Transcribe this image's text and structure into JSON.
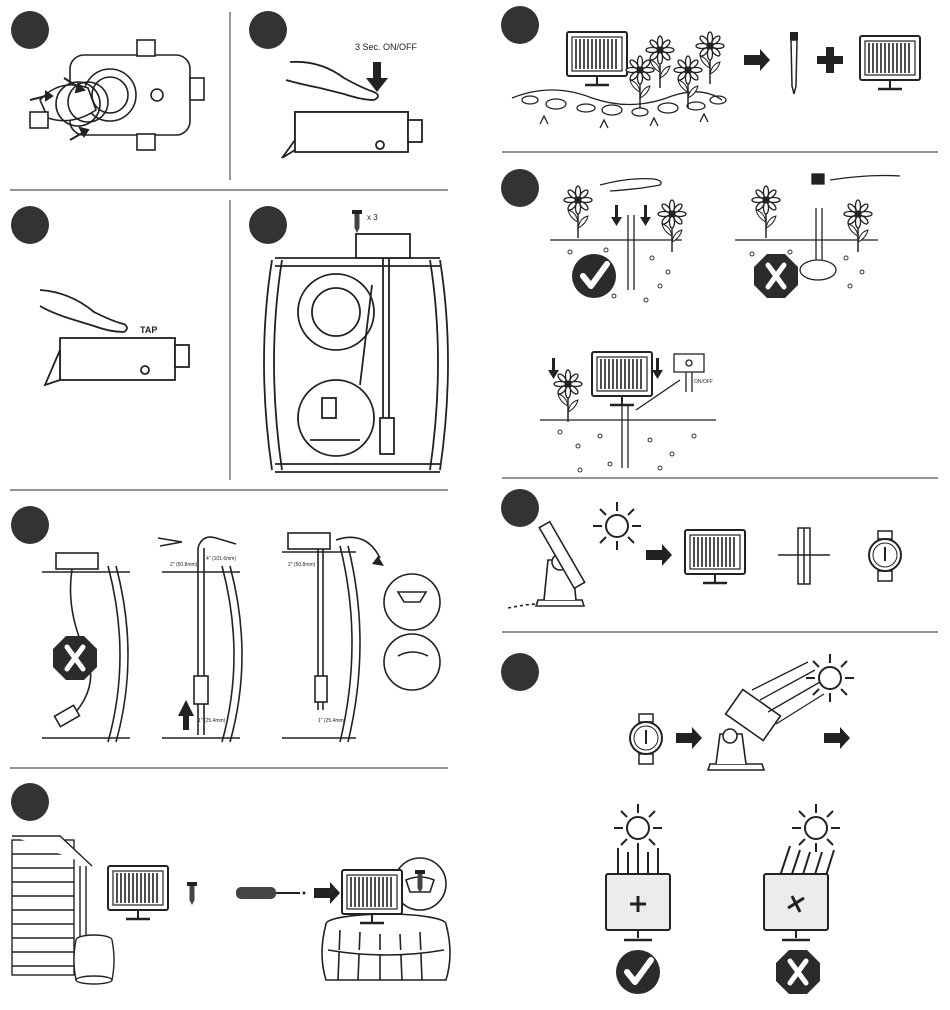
{
  "labels": {
    "on_off": "3 Sec. ON/OFF",
    "tap": "TAP",
    "screws_x3": "x 3",
    "measure_cut_top": "2\" (50.8mm)",
    "measure_cut_side": "4\" (101.6mm)",
    "measure_cut_bottom": "1\" (25.4mm)",
    "measure_in_top": "2\" (50.8mm)",
    "measure_in_bottom": "1\" (25.4mm)",
    "on_off_small": "ON/OFF"
  },
  "colors": {
    "line": "#222222",
    "badge": "#333333",
    "divider": "#555555"
  },
  "icons": [
    "step-badge-icon",
    "check-icon",
    "cross-icon",
    "sun-icon",
    "solar-panel-icon",
    "compass-icon",
    "arrow-right-icon",
    "plus-icon",
    "screw-icon",
    "stake-icon"
  ]
}
